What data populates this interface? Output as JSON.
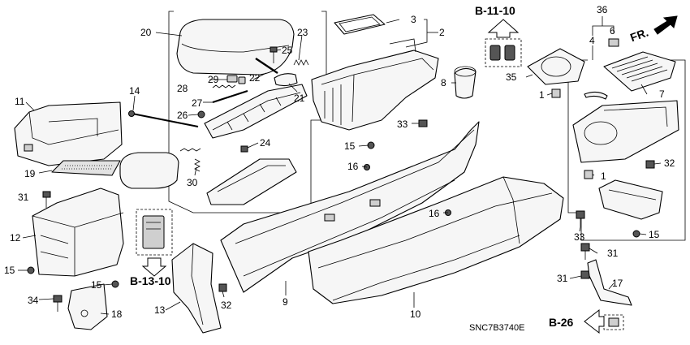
{
  "diagram_code": "SNC7B3740E",
  "references": {
    "b_11_10": "B-11-10",
    "b_13_10": "B-13-10",
    "b_26": "B-26",
    "fr": "FR."
  },
  "callouts": {
    "p1a": "1",
    "p1b": "1",
    "p2": "2",
    "p3": "3",
    "p4": "4",
    "p6": "6",
    "p7": "7",
    "p8": "8",
    "p9": "9",
    "p10": "10",
    "p11": "11",
    "p12": "12",
    "p13": "13",
    "p14": "14",
    "p15a": "15",
    "p15b": "15",
    "p15c": "15",
    "p15d": "15",
    "p16a": "16",
    "p16b": "16",
    "p17": "17",
    "p18": "18",
    "p19": "19",
    "p20": "20",
    "p21": "21",
    "p22": "22",
    "p23": "23",
    "p24": "24",
    "p25": "25",
    "p26": "26",
    "p27": "27",
    "p28": "28",
    "p29": "29",
    "p30": "30",
    "p31a": "31",
    "p31b": "31",
    "p31c": "31",
    "p32a": "32",
    "p32b": "32",
    "p33a": "33",
    "p33b": "33",
    "p34": "34",
    "p35": "35",
    "p36": "36"
  }
}
